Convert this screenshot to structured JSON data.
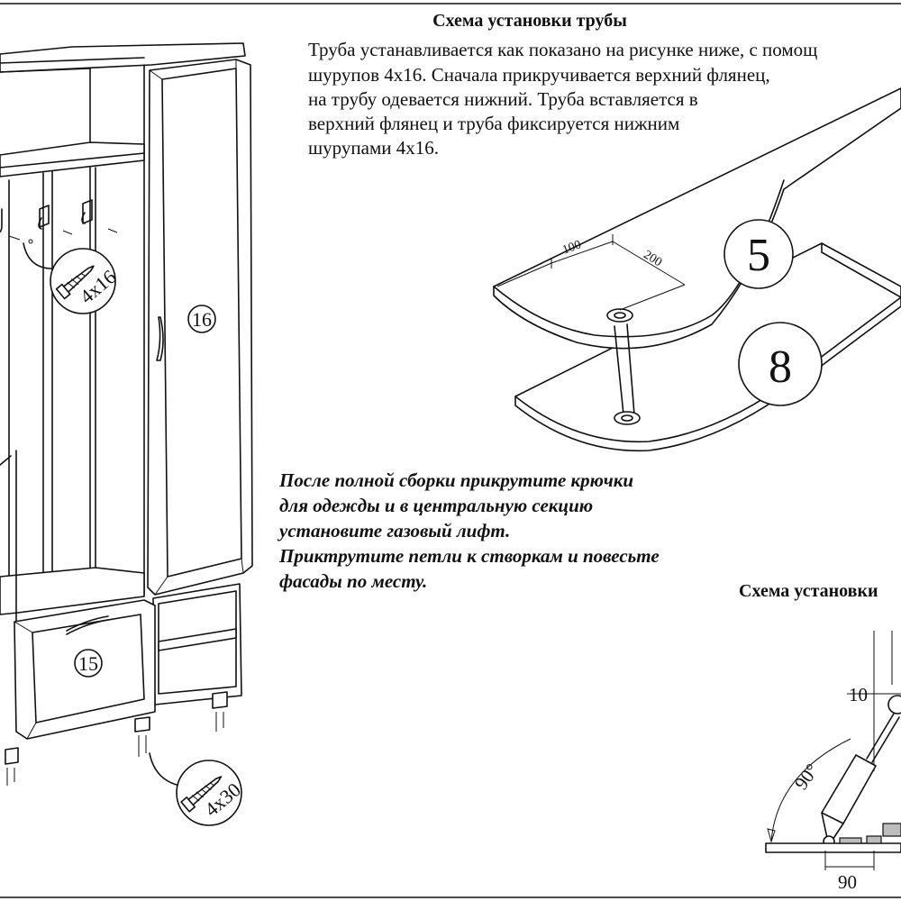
{
  "pipe_section": {
    "title": "Схема установки трубы",
    "text_lines": [
      "Труба устанавливается как показано на рисунке ниже, с помощ",
      "шурупов 4х16. Сначала прикручивается верхний флянец,",
      "на трубу одевается нижний. Труба вставляется в",
      "верхний флянец и труба фиксируется нижним",
      "шурупами 4х16."
    ],
    "dim_100": "100",
    "dim_200": "200",
    "part_top": "5",
    "part_bottom": "8"
  },
  "assembly_note": {
    "lines": [
      "После полной сборки прикрутите крючки",
      "для одежды и в центральную секцию",
      "установите газовый лифт.",
      "Приктрутите петли к створкам и повесьте",
      "фасады по месту."
    ]
  },
  "cabinet": {
    "door_part": "16",
    "drawer_part": "15",
    "screw_hooks": "4x16",
    "screw_legs": "4x30"
  },
  "gaslift_section": {
    "title": "Схема установки",
    "dim_10": "10",
    "dim_angle": "90°",
    "dim_90": "90"
  }
}
